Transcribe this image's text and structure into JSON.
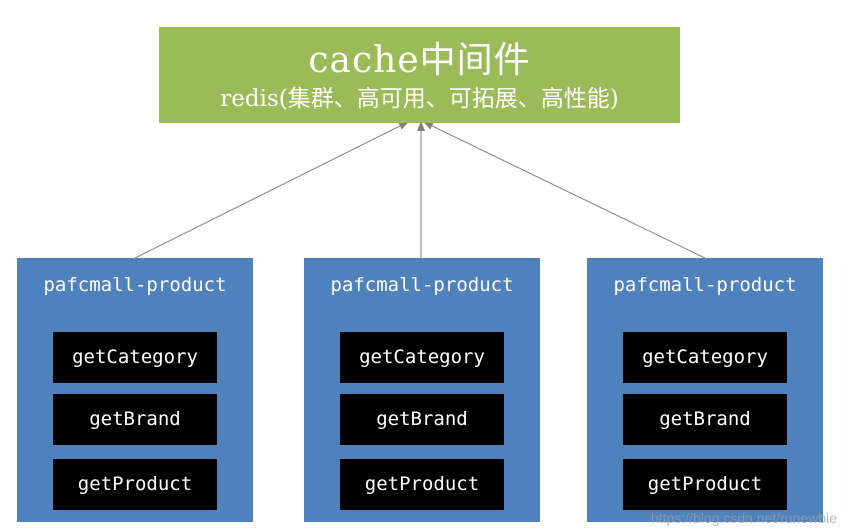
{
  "cache": {
    "title": "cache中间件",
    "subtitle": "redis(集群、高可用、可拓展、高性能)"
  },
  "services": [
    {
      "name": "pafcmall-product",
      "methods": [
        "getCategory",
        "getBrand",
        "getProduct"
      ]
    },
    {
      "name": "pafcmall-product",
      "methods": [
        "getCategory",
        "getBrand",
        "getProduct"
      ]
    },
    {
      "name": "pafcmall-product",
      "methods": [
        "getCategory",
        "getBrand",
        "getProduct"
      ]
    }
  ],
  "watermark": "https://blog.csdn.net/runewbie",
  "colors": {
    "cache_box": "#9bbb59",
    "service_box": "#4f81bd",
    "method_box": "#000000",
    "arrow": "#808080"
  }
}
